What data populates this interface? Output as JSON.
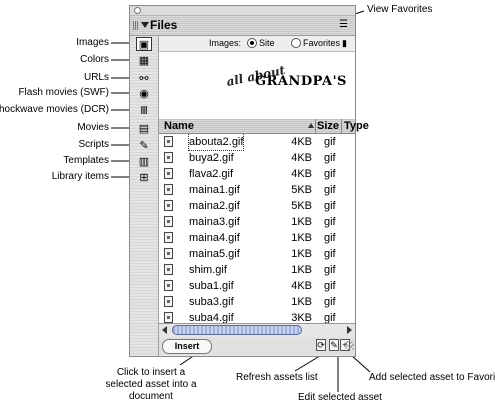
{
  "panel": {
    "title": "Files",
    "categories": [
      {
        "name": "Images",
        "icon": "image-icon",
        "glyph": "▣",
        "selected": true
      },
      {
        "name": "Colors",
        "icon": "colors-icon",
        "glyph": "▦",
        "selected": false
      },
      {
        "name": "URLs",
        "icon": "urls-icon",
        "glyph": "⚯",
        "selected": false
      },
      {
        "name": "Flash movies (SWF)",
        "icon": "flash-icon",
        "glyph": "◉",
        "selected": false
      },
      {
        "name": "Shockwave movies (DCR)",
        "icon": "shockwave-icon",
        "glyph": "Ⅲ",
        "selected": false
      },
      {
        "name": "Movies",
        "icon": "movies-icon",
        "glyph": "▤",
        "selected": false
      },
      {
        "name": "Scripts",
        "icon": "scripts-icon",
        "glyph": "✎",
        "selected": false
      },
      {
        "name": "Templates",
        "icon": "templates-icon",
        "glyph": "▥",
        "selected": false
      },
      {
        "name": "Library items",
        "icon": "library-icon",
        "glyph": "⊞",
        "selected": false
      }
    ],
    "filter": {
      "label": "Images:",
      "site": "Site",
      "favorites": "Favorites",
      "selected": "site"
    },
    "preview": {
      "line1": "all about",
      "line2": "GRANDPA'S"
    },
    "columns": {
      "name": "Name",
      "size": "Size",
      "type": "Type"
    },
    "files": [
      {
        "name": "abouta2.gif",
        "size": "4KB",
        "type": "gif"
      },
      {
        "name": "buya2.gif",
        "size": "4KB",
        "type": "gif"
      },
      {
        "name": "flava2.gif",
        "size": "4KB",
        "type": "gif"
      },
      {
        "name": "maina1.gif",
        "size": "5KB",
        "type": "gif"
      },
      {
        "name": "maina2.gif",
        "size": "5KB",
        "type": "gif"
      },
      {
        "name": "maina3.gif",
        "size": "1KB",
        "type": "gif"
      },
      {
        "name": "maina4.gif",
        "size": "1KB",
        "type": "gif"
      },
      {
        "name": "maina5.gif",
        "size": "1KB",
        "type": "gif"
      },
      {
        "name": "shim.gif",
        "size": "1KB",
        "type": "gif"
      },
      {
        "name": "suba1.gif",
        "size": "4KB",
        "type": "gif"
      },
      {
        "name": "suba3.gif",
        "size": "1KB",
        "type": "gif"
      },
      {
        "name": "suba4.gif",
        "size": "3KB",
        "type": "gif"
      }
    ],
    "insert_label": "Insert"
  },
  "callouts": {
    "view_favorites": "View Favorites",
    "insert": "Click to insert a selected asset into a document",
    "refresh": "Refresh assets list",
    "edit": "Edit selected asset",
    "add_favorites": "Add selected asset to Favorites"
  }
}
